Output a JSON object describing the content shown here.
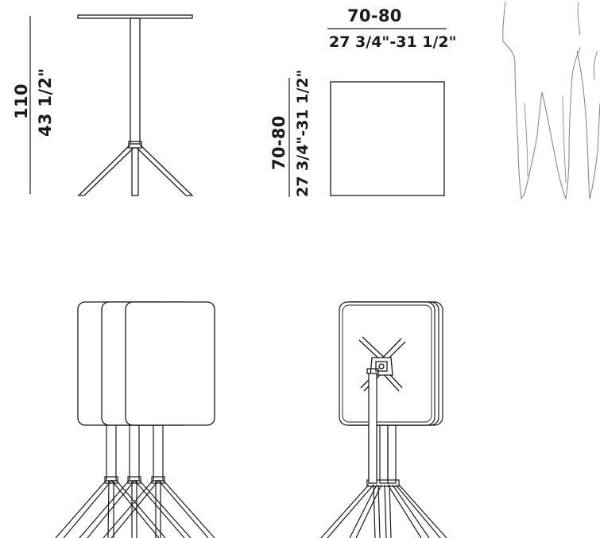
{
  "dimensions": {
    "height_cm": "110",
    "height_in": "43 1/2\"",
    "top_width_cm": "70-80",
    "top_width_in": "27 3/4\"-31 1/2\"",
    "top_depth_cm": "70-80",
    "top_depth_in": "27 3/4\"-31 1/2\""
  },
  "colors": {
    "line": "#1a1a1a",
    "sketch": "#8a8a8a",
    "background": "#ffffff"
  }
}
